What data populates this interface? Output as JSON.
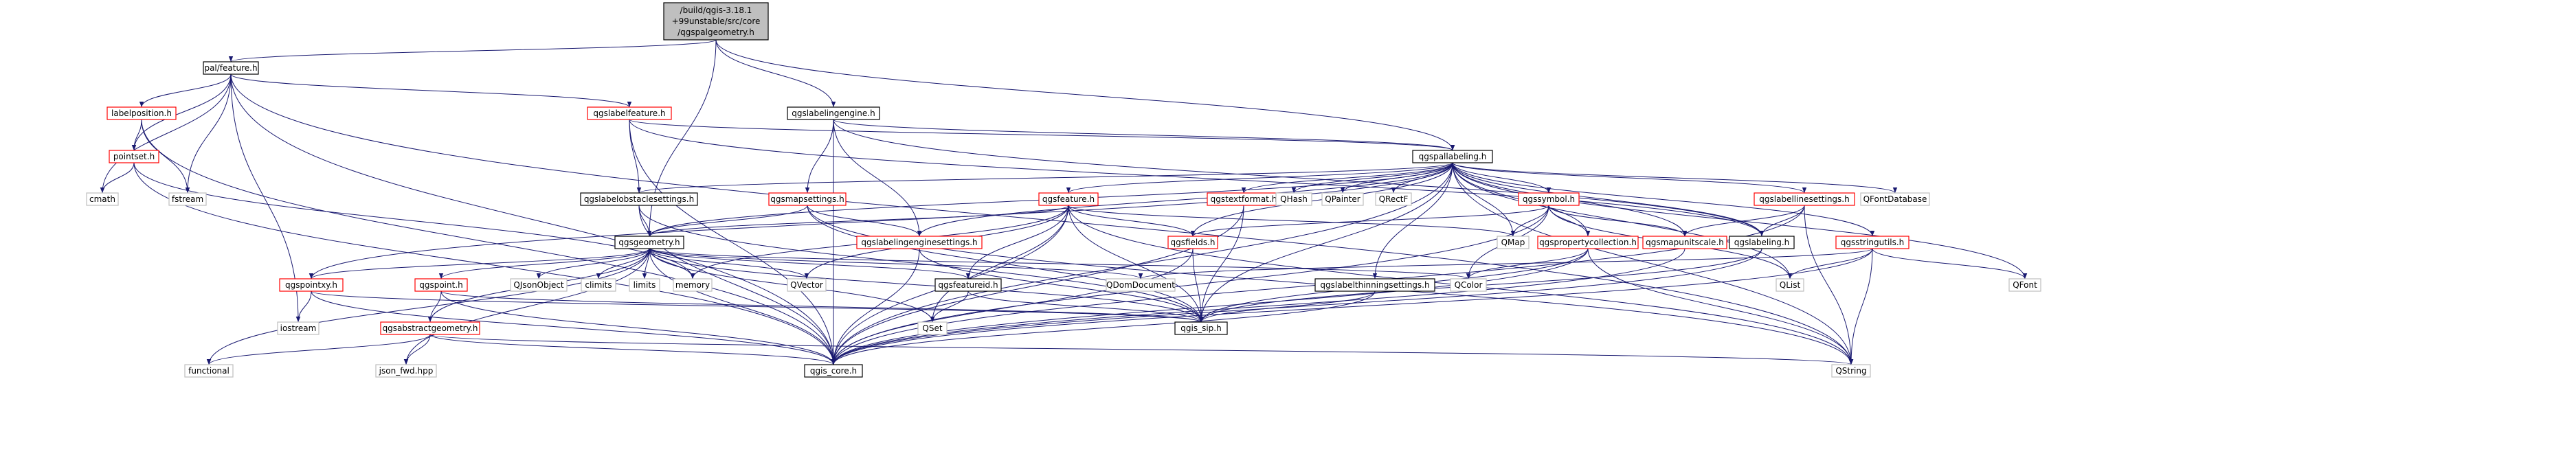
{
  "colors": {
    "edge": "#191970",
    "root_fill": "#bfbfbf",
    "border_black": "#000000",
    "border_red": "#ff0000",
    "border_gray": "#bfbfbf"
  },
  "nodes": [
    {
      "id": "root",
      "label": "/build/qgis-3.18.1+99unstable/src/core/qgspalgeometry.h",
      "lines": [
        "/build/qgis-3.18.1",
        "+99unstable/src/core",
        "/qgspalgeometry.h"
      ],
      "style": "root"
    },
    {
      "id": "palfeature",
      "label": "pal/feature.h",
      "style": "black"
    },
    {
      "id": "qgslabelingengine",
      "label": "qgslabelingengine.h",
      "style": "black"
    },
    {
      "id": "qgspallabeling",
      "label": "qgspallabeling.h",
      "style": "black"
    },
    {
      "id": "labelposition",
      "label": "labelposition.h",
      "style": "red"
    },
    {
      "id": "qgslabelfeature",
      "label": "qgslabelfeature.h",
      "style": "red"
    },
    {
      "id": "pointset",
      "label": "pointset.h",
      "style": "red"
    },
    {
      "id": "fstream",
      "label": "fstream",
      "style": "gray"
    },
    {
      "id": "cmath",
      "label": "cmath",
      "style": "gray"
    },
    {
      "id": "qgslabelobstaclesettings",
      "label": "qgslabelobstaclesettings.h",
      "style": "black"
    },
    {
      "id": "qgsmapsettings",
      "label": "qgsmapsettings.h",
      "style": "red"
    },
    {
      "id": "qgsfeature",
      "label": "qgsfeature.h",
      "style": "red"
    },
    {
      "id": "qgstextformat",
      "label": "qgstextformat.h",
      "style": "red"
    },
    {
      "id": "QHash",
      "label": "QHash",
      "style": "gray"
    },
    {
      "id": "QPainter",
      "label": "QPainter",
      "style": "gray"
    },
    {
      "id": "QRectF",
      "label": "QRectF",
      "style": "gray"
    },
    {
      "id": "qgssymbol",
      "label": "qgssymbol.h",
      "style": "red"
    },
    {
      "id": "qgslabellinesettings",
      "label": "qgslabellinesettings.h",
      "style": "red"
    },
    {
      "id": "QFontDatabase",
      "label": "QFontDatabase",
      "style": "gray"
    },
    {
      "id": "qgsgeometry",
      "label": "qgsgeometry.h",
      "style": "black"
    },
    {
      "id": "qgslabelingenginesettings",
      "label": "qgslabelingenginesettings.h",
      "style": "red"
    },
    {
      "id": "qgsfields",
      "label": "qgsfields.h",
      "style": "red"
    },
    {
      "id": "QMap",
      "label": "QMap",
      "style": "gray"
    },
    {
      "id": "qgspropertycollection",
      "label": "qgspropertycollection.h",
      "style": "red"
    },
    {
      "id": "qgsmapunitscale",
      "label": "qgsmapunitscale.h",
      "style": "red"
    },
    {
      "id": "qgslabeling",
      "label": "qgslabeling.h",
      "style": "black"
    },
    {
      "id": "qgsstringutils",
      "label": "qgsstringutils.h",
      "style": "red"
    },
    {
      "id": "QFont",
      "label": "QFont",
      "style": "gray"
    },
    {
      "id": "qgspointxy",
      "label": "qgspointxy.h",
      "style": "red"
    },
    {
      "id": "qgspoint",
      "label": "qgspoint.h",
      "style": "red"
    },
    {
      "id": "QJsonObject",
      "label": "QJsonObject",
      "style": "gray"
    },
    {
      "id": "climits",
      "label": "climits",
      "style": "gray"
    },
    {
      "id": "limits",
      "label": "limits",
      "style": "gray"
    },
    {
      "id": "memory",
      "label": "memory",
      "style": "gray"
    },
    {
      "id": "QVector",
      "label": "QVector",
      "style": "gray"
    },
    {
      "id": "qgsfeatureid",
      "label": "qgsfeatureid.h",
      "style": "black"
    },
    {
      "id": "QDomDocument",
      "label": "QDomDocument",
      "style": "gray"
    },
    {
      "id": "qgslabelthinningsettings",
      "label": "qgslabelthinningsettings.h",
      "style": "black"
    },
    {
      "id": "QColor",
      "label": "QColor",
      "style": "gray"
    },
    {
      "id": "QList",
      "label": "QList",
      "style": "gray"
    },
    {
      "id": "iostream",
      "label": "iostream",
      "style": "gray"
    },
    {
      "id": "qgsabstractgeometry",
      "label": "qgsabstractgeometry.h",
      "style": "red"
    },
    {
      "id": "QSet",
      "label": "QSet",
      "style": "gray"
    },
    {
      "id": "qgis_sip",
      "label": "qgis_sip.h",
      "style": "black"
    },
    {
      "id": "functional",
      "label": "functional",
      "style": "gray"
    },
    {
      "id": "json_fwd",
      "label": "json_fwd.hpp",
      "style": "gray"
    },
    {
      "id": "qgis_core",
      "label": "qgis_core.h",
      "style": "black"
    },
    {
      "id": "QString",
      "label": "QString",
      "style": "gray"
    }
  ],
  "edges": [
    [
      "root",
      "palfeature"
    ],
    [
      "root",
      "qgslabelingengine"
    ],
    [
      "root",
      "qgspallabeling"
    ],
    [
      "root",
      "qgsgeometry"
    ],
    [
      "palfeature",
      "labelposition"
    ],
    [
      "palfeature",
      "fstream"
    ],
    [
      "palfeature",
      "cmath"
    ],
    [
      "palfeature",
      "pointset"
    ],
    [
      "palfeature",
      "qgslabelfeature"
    ],
    [
      "palfeature",
      "iostream"
    ],
    [
      "palfeature",
      "qgis_core"
    ],
    [
      "palfeature",
      "QString"
    ],
    [
      "labelposition",
      "pointset"
    ],
    [
      "labelposition",
      "fstream"
    ],
    [
      "labelposition",
      "qgis_core"
    ],
    [
      "pointset",
      "cmath"
    ],
    [
      "pointset",
      "qgis_core"
    ],
    [
      "pointset",
      "memory"
    ],
    [
      "qgslabelfeature",
      "qgspallabeling"
    ],
    [
      "qgslabelfeature",
      "qgslabelobstaclesettings"
    ],
    [
      "qgslabelfeature",
      "qgis_core"
    ],
    [
      "qgslabelfeature",
      "qgslabeling"
    ],
    [
      "qgslabelingengine",
      "qgspallabeling"
    ],
    [
      "qgslabelingengine",
      "qgsmapsettings"
    ],
    [
      "qgslabelingengine",
      "qgslabelingenginesettings"
    ],
    [
      "qgslabelingengine",
      "qgis_core"
    ],
    [
      "qgslabelingengine",
      "qgslabeling"
    ],
    [
      "qgspallabeling",
      "qgslabelobstaclesettings"
    ],
    [
      "qgspallabeling",
      "qgsfeature"
    ],
    [
      "qgspallabeling",
      "qgstextformat"
    ],
    [
      "qgspallabeling",
      "QHash"
    ],
    [
      "qgspallabeling",
      "QPainter"
    ],
    [
      "qgspallabeling",
      "QRectF"
    ],
    [
      "qgspallabeling",
      "qgssymbol"
    ],
    [
      "qgspallabeling",
      "qgslabellinesettings"
    ],
    [
      "qgspallabeling",
      "QFontDatabase"
    ],
    [
      "qgspallabeling",
      "qgsgeometry"
    ],
    [
      "qgspallabeling",
      "qgspointxy"
    ],
    [
      "qgspallabeling",
      "qgslabelingenginesettings"
    ],
    [
      "qgspallabeling",
      "qgsfields"
    ],
    [
      "qgspallabeling",
      "QMap"
    ],
    [
      "qgspallabeling",
      "qgspropertycollection"
    ],
    [
      "qgspallabeling",
      "qgsmapunitscale"
    ],
    [
      "qgspallabeling",
      "qgslabeling"
    ],
    [
      "qgspallabeling",
      "qgsstringutils"
    ],
    [
      "qgspallabeling",
      "QFont"
    ],
    [
      "qgspallabeling",
      "qgslabelthinningsettings"
    ],
    [
      "qgspallabeling",
      "QList"
    ],
    [
      "qgspallabeling",
      "qgis_core"
    ],
    [
      "qgspallabeling",
      "QString"
    ],
    [
      "qgspallabeling",
      "qgis_sip"
    ],
    [
      "qgslabelobstaclesettings",
      "qgsgeometry"
    ],
    [
      "qgslabelobstaclesettings",
      "qgis_core"
    ],
    [
      "qgslabelobstaclesettings",
      "qgis_sip"
    ],
    [
      "qgsmapsettings",
      "qgsgeometry"
    ],
    [
      "qgsmapsettings",
      "qgslabelingenginesettings"
    ],
    [
      "qgsmapsettings",
      "qgis_sip"
    ],
    [
      "qgsmapsettings",
      "QString"
    ],
    [
      "qgsfeature",
      "qgsgeometry"
    ],
    [
      "qgsfeature",
      "qgsfields"
    ],
    [
      "qgsfeature",
      "qgsfeatureid"
    ],
    [
      "qgsfeature",
      "QMap"
    ],
    [
      "qgsfeature",
      "QVector"
    ],
    [
      "qgsfeature",
      "QSet"
    ],
    [
      "qgsfeature",
      "memory"
    ],
    [
      "qgsfeature",
      "qgis_core"
    ],
    [
      "qgsfeature",
      "qgis_sip"
    ],
    [
      "qgsfeature",
      "QString"
    ],
    [
      "qgstextformat",
      "qgis_sip"
    ],
    [
      "qgstextformat",
      "qgis_core"
    ],
    [
      "qgssymbol",
      "QMap"
    ],
    [
      "qgssymbol",
      "qgspropertycollection"
    ],
    [
      "qgssymbol",
      "qgsmapunitscale"
    ],
    [
      "qgssymbol",
      "qgsfields"
    ],
    [
      "qgssymbol",
      "QList"
    ],
    [
      "qgssymbol",
      "qgis_core"
    ],
    [
      "qgssymbol",
      "QColor"
    ],
    [
      "qgslabellinesettings",
      "qgslabeling"
    ],
    [
      "qgslabellinesettings",
      "qgsmapunitscale"
    ],
    [
      "qgslabellinesettings",
      "QString"
    ],
    [
      "qgslabellinesettings",
      "qgis_core"
    ],
    [
      "qgsgeometry",
      "qgspointxy"
    ],
    [
      "qgsgeometry",
      "qgspoint"
    ],
    [
      "qgsgeometry",
      "QJsonObject"
    ],
    [
      "qgsgeometry",
      "climits"
    ],
    [
      "qgsgeometry",
      "limits"
    ],
    [
      "qgsgeometry",
      "memory"
    ],
    [
      "qgsgeometry",
      "QVector"
    ],
    [
      "qgsgeometry",
      "qgsfeatureid"
    ],
    [
      "qgsgeometry",
      "QDomDocument"
    ],
    [
      "qgsgeometry",
      "QSet"
    ],
    [
      "qgsgeometry",
      "qgis_sip"
    ],
    [
      "qgsgeometry",
      "qgis_core"
    ],
    [
      "qgsgeometry",
      "qgsabstractgeometry"
    ],
    [
      "qgsgeometry",
      "functional"
    ],
    [
      "qgsgeometry",
      "json_fwd"
    ],
    [
      "qgsgeometry",
      "QColor"
    ],
    [
      "qgslabelingenginesettings",
      "qgis_core"
    ],
    [
      "qgslabelingenginesettings",
      "qgis_sip"
    ],
    [
      "qgsfields",
      "qgis_core"
    ],
    [
      "qgsfields",
      "qgis_sip"
    ],
    [
      "qgspropertycollection",
      "QColor"
    ],
    [
      "qgspropertycollection",
      "qgis_core"
    ],
    [
      "qgspropertycollection",
      "qgis_sip"
    ],
    [
      "qgspropertycollection",
      "QString"
    ],
    [
      "qgsmapunitscale",
      "qgis_core"
    ],
    [
      "qgslabeling",
      "qgis_core"
    ],
    [
      "qgslabeling",
      "qgis_sip"
    ],
    [
      "qgsstringutils",
      "QFont"
    ],
    [
      "qgsstringutils",
      "QList"
    ],
    [
      "qgsstringutils",
      "QDomDocument"
    ],
    [
      "qgsstringutils",
      "QString"
    ],
    [
      "qgsstringutils",
      "qgis_core"
    ],
    [
      "qgspointxy",
      "iostream"
    ],
    [
      "qgspointxy",
      "qgis_core"
    ],
    [
      "qgspointxy",
      "qgis_sip"
    ],
    [
      "qgspoint",
      "qgsabstractgeometry"
    ],
    [
      "qgspoint",
      "qgis_core"
    ],
    [
      "qgspoint",
      "qgis_sip"
    ],
    [
      "qgsfeatureid",
      "QSet"
    ],
    [
      "qgsfeatureid",
      "qgis_sip"
    ],
    [
      "qgslabelthinningsettings",
      "qgis_sip"
    ],
    [
      "qgslabelthinningsettings",
      "qgis_core"
    ],
    [
      "qgsabstractgeometry",
      "qgis_core"
    ],
    [
      "qgsabstractgeometry",
      "json_fwd"
    ],
    [
      "qgsabstractgeometry",
      "functional"
    ],
    [
      "qgsabstractgeometry",
      "QString"
    ]
  ]
}
